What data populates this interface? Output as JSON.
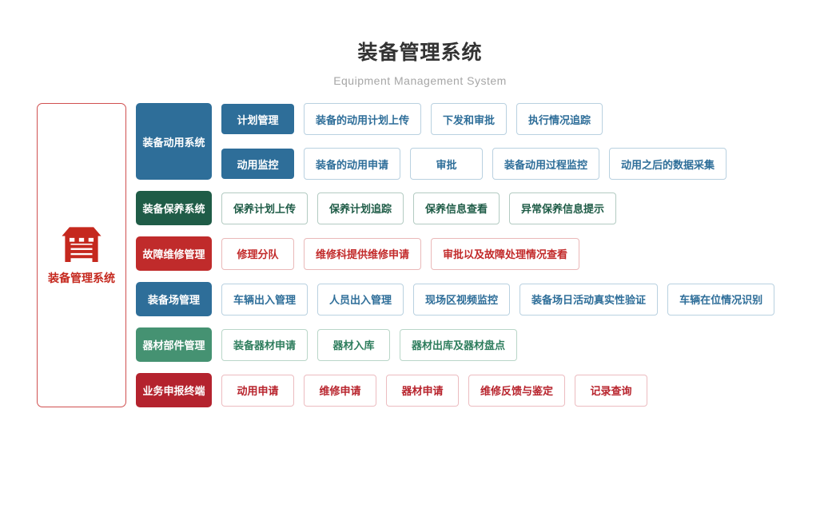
{
  "header": {
    "title": "装备管理系统",
    "subtitle": "Equipment Management System"
  },
  "root": {
    "label": "装备管理系统",
    "icon": "garage-icon",
    "accent_color": "#c5281e"
  },
  "colors": {
    "blue": "#2e6e99",
    "dark_green": "#1f5c47",
    "red": "#c02b2b",
    "green": "#459272",
    "dark_red": "#b4232e",
    "blue_border": "#b9d1e0",
    "title_text": "#333333",
    "subtitle_text": "#a6a6a6"
  },
  "sections": [
    {
      "label": "装备动用系统",
      "color": "#2e6e99",
      "subrows": [
        {
          "head": "计划管理",
          "items": [
            "装备的动用计划上传",
            "下发和审批",
            "执行情况追踪"
          ]
        },
        {
          "head": "动用监控",
          "items": [
            "装备的动用申请",
            "审批",
            "装备动用过程监控",
            "动用之后的数据采集"
          ]
        }
      ]
    },
    {
      "label": "装备保养系统",
      "color": "#1f5c47",
      "items": [
        "保养计划上传",
        "保养计划追踪",
        "保养信息查看",
        "异常保养信息提示"
      ]
    },
    {
      "label": "故障维修管理",
      "color": "#c02b2b",
      "items": [
        "修理分队",
        "维修科提供维修申请",
        "审批以及故障处理情况查看"
      ]
    },
    {
      "label": "装备场管理",
      "color": "#2e6e99",
      "items": [
        "车辆出入管理",
        "人员出入管理",
        "现场区视频监控",
        "装备场日活动真实性验证",
        "车辆在位情况识别"
      ]
    },
    {
      "label": "器材部件管理",
      "color": "#459272",
      "items": [
        "装备器材申请",
        "器材入库",
        "器材出库及器材盘点"
      ]
    },
    {
      "label": "业务申报终端",
      "color": "#b4232e",
      "items": [
        "动用申请",
        "维修申请",
        "器材申请",
        "维修反馈与鉴定",
        "记录查询"
      ]
    }
  ]
}
